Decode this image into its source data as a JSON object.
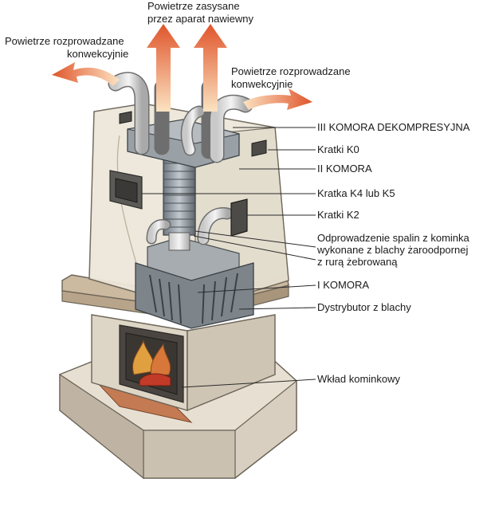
{
  "labels": {
    "top_center_line1": "Powietrze zasysane",
    "top_center_line2": "przez aparat nawiewny",
    "left_line1": "Powietrze rozprowadzane",
    "left_line2": "konwekcyjnie",
    "right_line1": "Powietrze rozprowadzane",
    "right_line2": "konwekcyjnie",
    "komora3": "III KOMORA DEKOMPRESYJNA",
    "kratki_k0": "Kratki K0",
    "komora2": "II KOMORA",
    "kratka_k4": "Kratka K4 lub K5",
    "kratki_k2": "Kratki K2",
    "odprowadzenie_line1": "Odprowadzenie spalin z kominka",
    "odprowadzenie_line2": "wykonane z blachy żaroodpornej",
    "odprowadzenie_line3": "z rurą żebrowaną",
    "komora1": "I KOMORA",
    "dystrybutor": "Dystrybutor z blachy",
    "wklad": "Wkład kominkowy"
  },
  "colors": {
    "arrow": "#e0552b",
    "wall": "#e8e1d2",
    "stone": "#c9bdab",
    "metal": "#8d959a",
    "hearth": "#c47a52",
    "fire": "#e0a040"
  }
}
